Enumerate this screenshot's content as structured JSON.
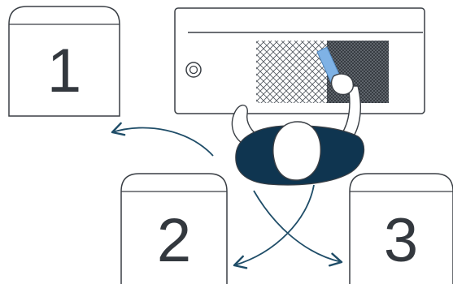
{
  "bins": [
    {
      "label": "1"
    },
    {
      "label": "2"
    },
    {
      "label": "3"
    }
  ],
  "colors": {
    "outline": "#3a3f45",
    "body": "#0f3550",
    "head": "#ffffff",
    "document": "#7fb2e5",
    "arrow": "#1f4d68",
    "hatch": "#555b62",
    "background": "#ffffff"
  },
  "icons": {
    "machine": "scanner-printer-icon",
    "person": "person-top-view-icon",
    "document": "document-icon"
  }
}
